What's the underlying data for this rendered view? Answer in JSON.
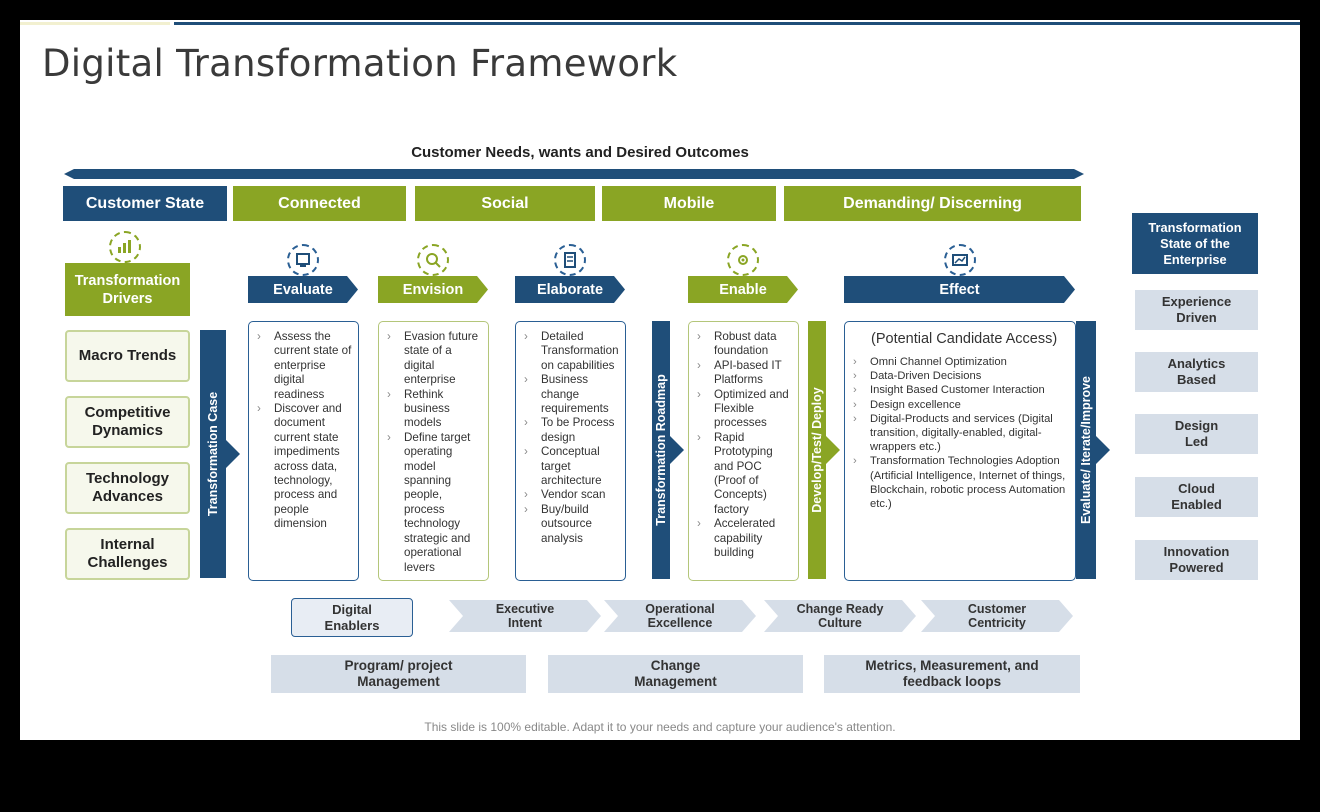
{
  "title": "Digital Transformation Framework",
  "banner": "Customer Needs, wants and Desired Outcomes",
  "customer_state": {
    "label": "Customer State",
    "states": [
      "Connected",
      "Social",
      "Mobile",
      "Demanding/ Discerning"
    ]
  },
  "drivers": {
    "heading": "Transformation Drivers",
    "items": [
      "Macro Trends",
      "Competitive Dynamics",
      "Technology Advances",
      "Internal Challenges"
    ]
  },
  "phases": {
    "evaluate": {
      "label": "Evaluate",
      "items": [
        "Assess the current state of enterprise digital readiness",
        "Discover and document current state impediments across data, technology, process and people dimension"
      ]
    },
    "envision": {
      "label": "Envision",
      "items": [
        "Evasion future state of a digital enterprise",
        "Rethink business models",
        "Define target operating model spanning people, process technology strategic and operational levers"
      ]
    },
    "elaborate": {
      "label": "Elaborate",
      "items": [
        "Detailed Transformation on capabilities",
        "Business change requirements",
        "To be Process design",
        "Conceptual target architecture",
        "Vendor scan",
        "Buy/build outsource analysis"
      ]
    },
    "enable": {
      "label": "Enable",
      "items": [
        "Robust data foundation",
        "API-based IT Platforms",
        "Optimized and Flexible processes",
        "Rapid Prototyping and POC (Proof of Concepts) factory",
        "Accelerated capability building"
      ]
    },
    "effect": {
      "label": "Effect",
      "subtitle": "(Potential Candidate Access)",
      "items": [
        "Omni Channel Optimization",
        "Data-Driven Decisions",
        "Insight Based Customer Interaction",
        "Design excellence",
        "Digital-Products and services (Digital transition, digitally-enabled, digital-wrappers etc.)",
        "Transformation Technologies Adoption (Artificial Intelligence, Internet of things, Blockchain, robotic process Automation etc.)"
      ]
    }
  },
  "vertical_bars": {
    "case": "Transformation Case",
    "roadmap": "Transformation Roadmap",
    "deploy": "Develop/Test/ Deploy",
    "evaluate": "Evaluate/ Iterate/Improve"
  },
  "state_of_enterprise": {
    "heading": "Transformation State of the Enterprise",
    "items": [
      "Experience Driven",
      "Analytics Based",
      "Design Led",
      "Cloud Enabled",
      "Innovation Powered"
    ]
  },
  "enablers": {
    "label": "Digital Enablers",
    "items": [
      "Executive Intent",
      "Operational Excellence",
      "Change Ready Culture",
      "Customer Centricity"
    ]
  },
  "management": [
    "Program/ project Management",
    "Change Management",
    "Metrics, Measurement, and feedback loops"
  ],
  "footer": "This slide is 100% editable. Adapt it to your needs and capture your audience's attention.",
  "colors": {
    "navy": "#1f4e79",
    "olive": "#8aa524",
    "grey": "#d6dee8"
  }
}
